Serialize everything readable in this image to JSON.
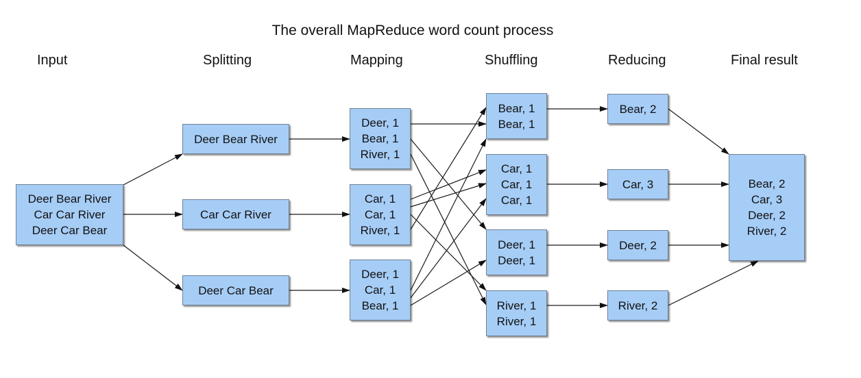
{
  "title": "The overall MapReduce word count process",
  "stages": {
    "input": "Input",
    "splitting": "Splitting",
    "mapping": "Mapping",
    "shuffling": "Shuffling",
    "reducing": "Reducing",
    "final": "Final result"
  },
  "input_box": [
    "Deer Bear River",
    "Car Car River",
    "Deer Car Bear"
  ],
  "splits": [
    [
      "Deer Bear River"
    ],
    [
      "Car Car River"
    ],
    [
      "Deer Car Bear"
    ]
  ],
  "maps": [
    [
      "Deer, 1",
      "Bear, 1",
      "River, 1"
    ],
    [
      "Car, 1",
      "Car, 1",
      "River, 1"
    ],
    [
      "Deer, 1",
      "Car, 1",
      "Bear, 1"
    ]
  ],
  "shuffles": [
    [
      "Bear, 1",
      "Bear, 1"
    ],
    [
      "Car, 1",
      "Car, 1",
      "Car, 1"
    ],
    [
      "Deer, 1",
      "Deer, 1"
    ],
    [
      "River, 1",
      "River, 1"
    ]
  ],
  "reduces": [
    [
      "Bear, 2"
    ],
    [
      "Car, 3"
    ],
    [
      "Deer, 2"
    ],
    [
      "River, 2"
    ]
  ],
  "final_box": [
    "Bear, 2",
    "Car, 3",
    "Deer, 2",
    "River, 2"
  ]
}
